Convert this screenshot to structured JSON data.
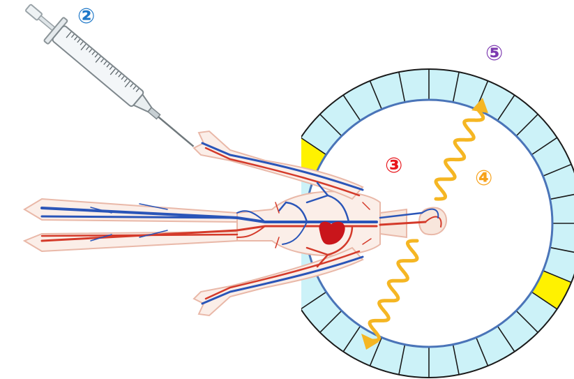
{
  "labels": {
    "syringe": "②",
    "body": "③",
    "photon": "④",
    "detector": "⑤"
  },
  "colors": {
    "syringe_label": "#1f78c8",
    "body_label": "#e8151b",
    "photon_label": "#f7a21b",
    "detector_label": "#7d3ab0",
    "ring_fill": "#ccf2f8",
    "ring_stroke": "#4a74b8",
    "hit_segment": "#fff200",
    "photon_wave": "#f5b623",
    "artery": "#d43a2a",
    "vein": "#2a55b8",
    "heart": "#c9151b"
  },
  "icons": [
    "syringe-icon",
    "human-circulatory-figure",
    "pet-detector-ring",
    "gamma-photon-wave"
  ]
}
